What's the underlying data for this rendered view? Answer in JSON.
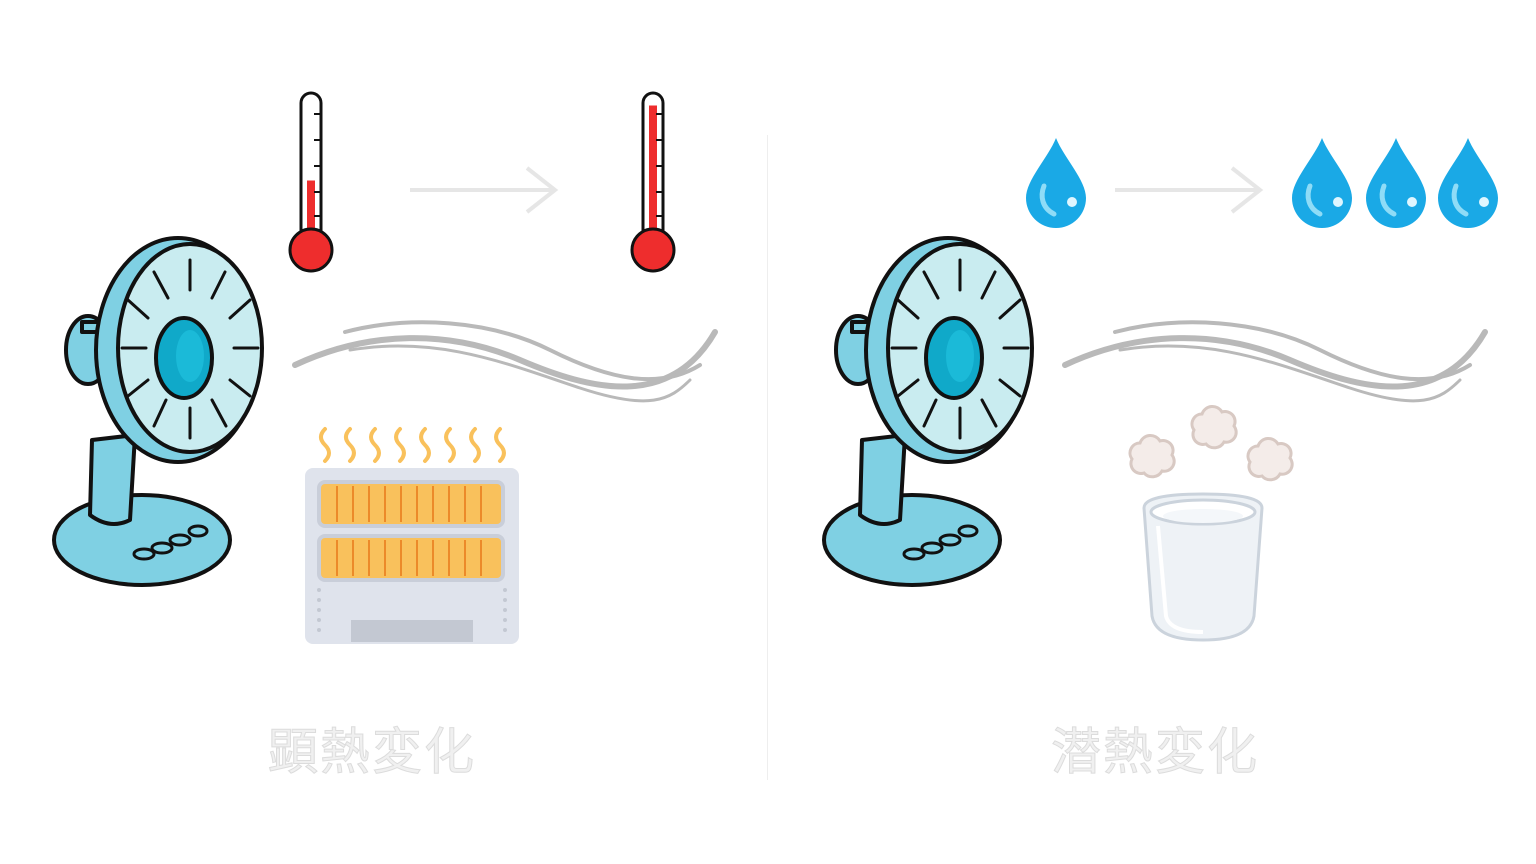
{
  "panels": [
    {
      "id": "sensible-heat",
      "caption": "顕熱変化",
      "thermometer_levels": [
        0.45,
        0.95
      ]
    },
    {
      "id": "latent-heat",
      "caption": "潜熱変化",
      "drops_before": 1,
      "drops_after": 3
    }
  ],
  "colors": {
    "fan_face": "#c9ecf0",
    "fan_body": "#7fd0e3",
    "fan_hub": "#10a9c9",
    "outline": "#111111",
    "mercury": "#ee2d2d",
    "water_drop": "#1aa9e6",
    "arrow": "#e6e6e6",
    "wind": "#b9b9b9",
    "heater_bars": "#f9c15c",
    "heater_body": "#dfe3ec",
    "steam": "#e7dbd7",
    "cup": "#eef2f6",
    "caption_text": "#f0f0f0"
  },
  "icons": [
    "fan-icon",
    "thermometer-icon",
    "arrow-right-icon",
    "wind-icon",
    "heater-icon",
    "water-drop-icon",
    "steam-icon",
    "cup-icon"
  ]
}
